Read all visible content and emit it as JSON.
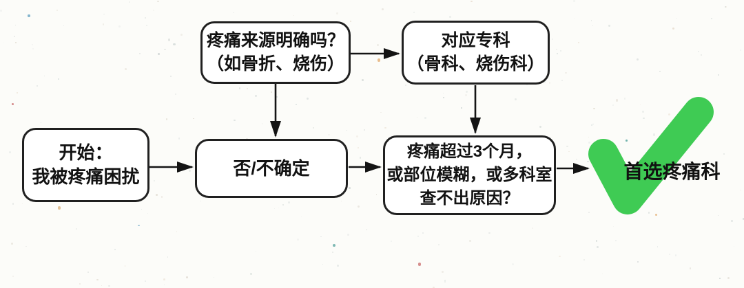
{
  "page": {
    "background": "#fcfcf9"
  },
  "colors": {
    "check_green": "#3fcb54",
    "box_border": "#202020",
    "arrow_black": "#141414"
  },
  "icons": {
    "check": "✔"
  },
  "nodes": {
    "start": {
      "line1": "开始：",
      "line2": "我被疼痛困扰"
    },
    "question_source": {
      "line1": "疼痛来源明确吗？",
      "line2": "（如骨折、烧伤）"
    },
    "specialty": {
      "line1": "对应专科",
      "line2": "（骨科、烧伤科）"
    },
    "decision_no": {
      "line1": "否/不确定"
    },
    "question_chronic": {
      "line1": "疼痛超过3个月，",
      "line2": "或部位模糊，或多科室",
      "line3": "查不出原因？"
    },
    "result": {
      "label": "首选疼痛科"
    }
  },
  "edges": [
    {
      "from": "question_source",
      "to": "specialty"
    },
    {
      "from": "question_source",
      "to": "decision_no"
    },
    {
      "from": "specialty",
      "to": "question_chronic"
    },
    {
      "from": "start",
      "to": "decision_no"
    },
    {
      "from": "decision_no",
      "to": "question_chronic"
    },
    {
      "from": "question_chronic",
      "to": "result"
    }
  ]
}
